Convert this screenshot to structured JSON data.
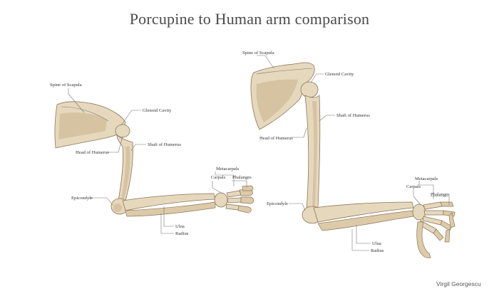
{
  "title": "Porcupine to Human arm comparison",
  "credit": "Virgil Georgescu",
  "porcupine_labels": {
    "spine_of_scapula": "Spine of Scapula",
    "glenoid_cavity": "Glenoid Cavity",
    "head_of_humerus": "Head of Humerus",
    "shaft_of_humerus": "Shaft of Humerus",
    "metacarpals": "Metacarpals",
    "carpals": "Carpals",
    "phalanges": "Phalanges",
    "epicondyle": "Epicondyle",
    "ulna": "Ulna",
    "radius": "Radius"
  },
  "human_labels": {
    "spine_of_scapula": "Spine of Scapula",
    "glenoid_cavity": "Glenoid Cavity",
    "shaft_of_humerus": "Shaft of Humerus",
    "head_of_humerus": "Head of Humerus",
    "metacarpals": "Metacarpals",
    "carpals": "Carpals",
    "phalanges": "Phalanges",
    "epicondyle": "Epicondyle",
    "ulna": "Ulna",
    "radius": "Radius"
  }
}
